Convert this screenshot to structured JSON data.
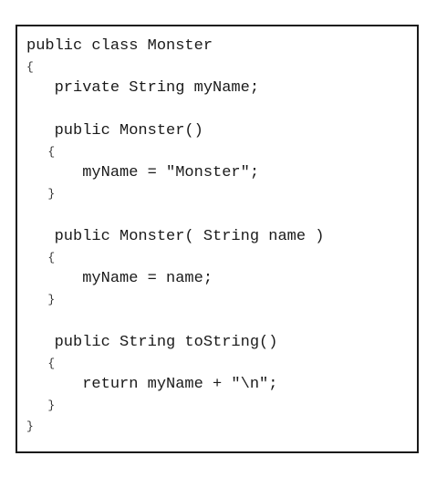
{
  "code": {
    "lines": [
      "public class Monster",
      "{",
      "   private String myName;",
      "",
      "   public Monster()",
      "   {",
      "      myName = \"Monster\";",
      "   }",
      "",
      "   public Monster( String name )",
      "   {",
      "      myName = name;",
      "   }",
      "",
      "   public String toString()",
      "   {",
      "      return myName + \"\\n\";",
      "   }",
      "}"
    ]
  }
}
